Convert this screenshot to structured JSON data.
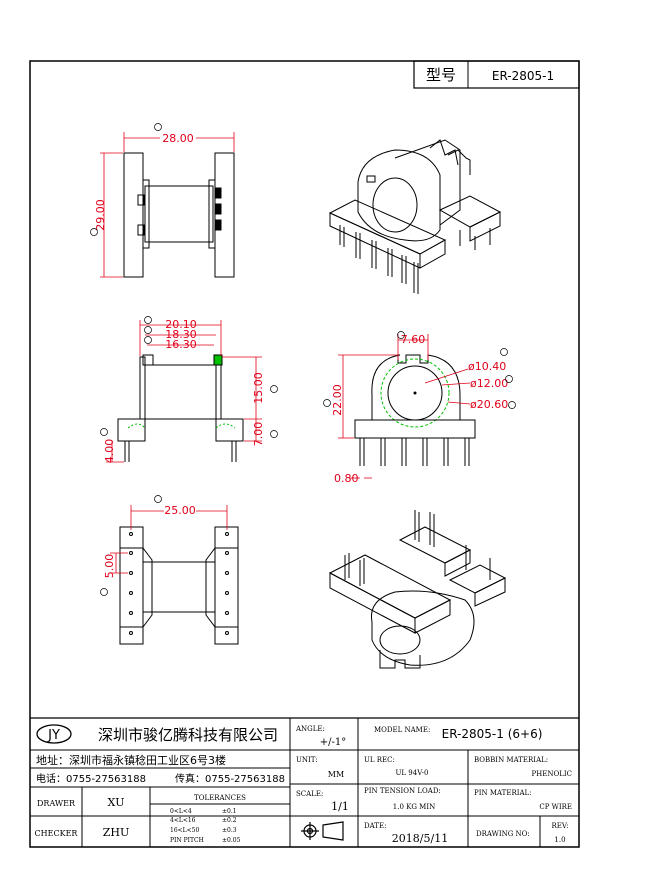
{
  "header": {
    "model_label": "型号",
    "model_value": "ER-2805-1"
  },
  "dimensions": {
    "top_width": "28.00",
    "top_height": "29.00",
    "front_w1": "20.10",
    "front_w2": "18.30",
    "front_w3": "16.30",
    "front_h_body": "15.00",
    "front_h_pin": "7.00",
    "front_h_base": "4.00",
    "side_slot": "7.60",
    "side_height": "22.00",
    "side_d1": "ø10.40",
    "side_d2": "ø12.00",
    "side_d3": "ø20.60",
    "side_pin": "0.80",
    "bottom_width": "25.00",
    "bottom_pitch": "5.00"
  },
  "title_block": {
    "logo": "JY",
    "company": "深圳市骏亿腾科技有限公司",
    "address": "地址：深圳市福永镇稔田工业区6号3楼",
    "phone": "电话：0755-27563188",
    "fax": "传真：0755-27563188",
    "angle_label": "ANGLE:",
    "angle_value": "+/-1°",
    "model_name_label": "MODEL NAME:",
    "model_name_value": "ER-2805-1 (6+6)",
    "unit_label": "UNIT:",
    "unit_value": "MM",
    "ul_label": "UL REC:",
    "ul_value": "UL 94V-0",
    "bobbin_label": "BOBBIN MATERIAL:",
    "bobbin_value": "PHENOLIC",
    "scale_label": "SCALE:",
    "scale_value": "1/1",
    "tension_label": "PIN TENSION LOAD:",
    "tension_value": "1.0 KG MIN",
    "pin_mat_label": "PIN MATERIAL:",
    "pin_mat_value": "CP WIRE",
    "drawer_label": "DRAWER",
    "drawer_value": "XU",
    "checker_label": "CHECKER",
    "checker_value": "ZHU",
    "tol_label": "TOLERANCES",
    "tol_rows": [
      "0<L<4",
      "4<L<16",
      "16<L<50",
      "PIN PITCH"
    ],
    "tol_vals": [
      "±0.1",
      "±0.2",
      "±0.3",
      "±0.05"
    ],
    "date_label": "DATE:",
    "date_value": "2018/5/11",
    "drawing_no_label": "DRAWING NO:",
    "rev_label": "REV:",
    "rev_value": "1.0"
  },
  "colors": {
    "dimension": "#e0001a",
    "line": "#000000"
  }
}
